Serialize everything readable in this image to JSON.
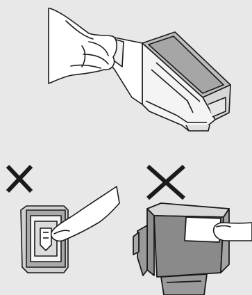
{
  "background_color": "#e8e8e8",
  "line_color": "#1a1a1a",
  "colors": {
    "skin": "#ffffff",
    "cartridge_light": "#cfcfcf",
    "cartridge_mid": "#a8a8a8",
    "cartridge_dark": "#8a8a8a",
    "label_white": "#ffffff",
    "x_mark": "#1a1a1a"
  },
  "panels": {
    "top": {
      "meaning": "correct",
      "icons": [
        "hand-icon",
        "tape-strip-icon",
        "ink-cartridge-icon"
      ]
    },
    "bottom_left": {
      "meaning": "incorrect",
      "mark": "x-mark-icon",
      "icons": [
        "finger-icon",
        "ink-cartridge-icon"
      ]
    },
    "bottom_right": {
      "meaning": "incorrect",
      "mark": "x-mark-icon",
      "icons": [
        "finger-icon",
        "ink-cartridge-icon"
      ]
    }
  }
}
